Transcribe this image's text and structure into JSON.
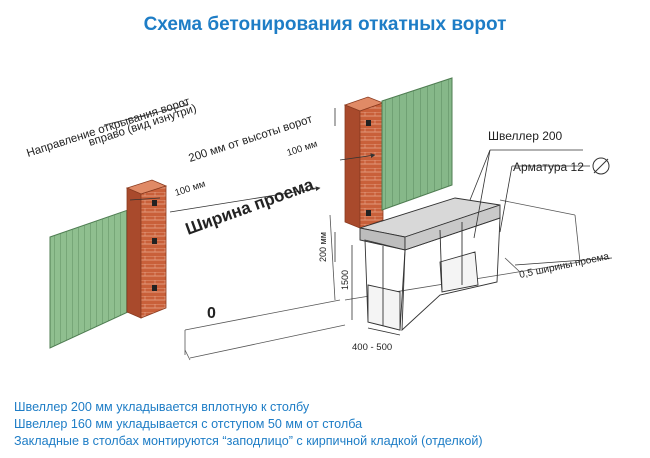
{
  "title": "Схема бетонирования откатных ворот",
  "labels": {
    "direction_line1": "Направление открывания ворот",
    "direction_line2": "вправо (вид изнутри)",
    "height_offset": "200 мм от высоты ворот",
    "dim_100_right": "100 мм",
    "dim_100_left": "100 мм",
    "opening_width": "Ширина проема",
    "zero": "0",
    "dim_200_vertical": "200 мм",
    "dim_1500": "1500",
    "dim_400_500": "400 - 500",
    "channel_200": "Швеллер 200",
    "rebar_12": "Арматура 12",
    "half_opening": "0,5 ширины проема"
  },
  "notes": [
    "Швеллер 200 мм укладывается вплотную к столбу",
    "Швеллер 160 мм укладывается с отступом 50 мм от столба",
    "Закладные в столбах монтируются “заподлицо” с кирпичной кладкой (отделкой)"
  ],
  "colors": {
    "title": "#1e7dc6",
    "fence": "#8fbf8f",
    "brick": "#c9603a",
    "concrete": "#d8d8d8",
    "line": "#444444"
  }
}
